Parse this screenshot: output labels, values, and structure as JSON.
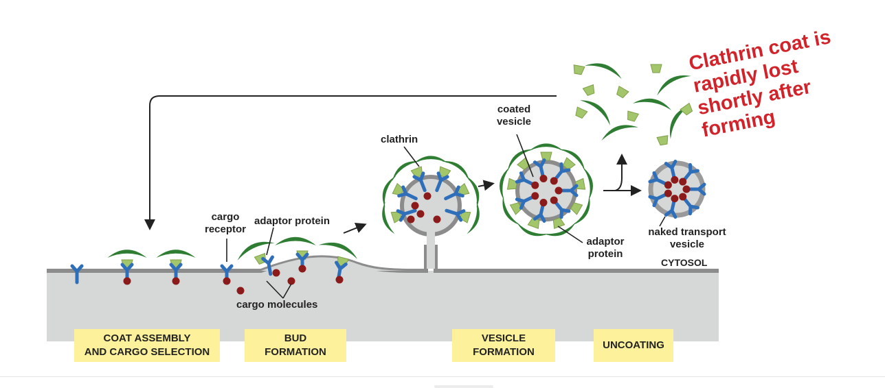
{
  "labels": {
    "cargo_receptor": [
      "cargo",
      "receptor"
    ],
    "adaptor_protein_top": "adaptor protein",
    "cargo_molecules": "cargo molecules",
    "clathrin": "clathrin",
    "coated_vesicle": [
      "coated",
      "vesicle"
    ],
    "adaptor_protein_bottom": [
      "adaptor",
      "protein"
    ],
    "naked_vesicle": [
      "naked transport",
      "vesicle"
    ],
    "cytosol": "CYTOSOL"
  },
  "stages": [
    [
      "COAT ASSEMBLY",
      "AND CARGO SELECTION"
    ],
    [
      "BUD",
      "FORMATION"
    ],
    [
      "VESICLE",
      "FORMATION"
    ],
    [
      "UNCOATING"
    ]
  ],
  "annotation": [
    "Clathrin coat is",
    "rapidly lost",
    "shortly after",
    "forming"
  ],
  "colors": {
    "membrane": "#8c8c8c",
    "lumen": "#d6d8d8",
    "clathrin": "#2e7d32",
    "adaptor": "#a3c66a",
    "receptor": "#2f6fba",
    "cargo": "#8b1a1a",
    "stage_label": "#fdf29b",
    "annotation": "#d2232a"
  }
}
